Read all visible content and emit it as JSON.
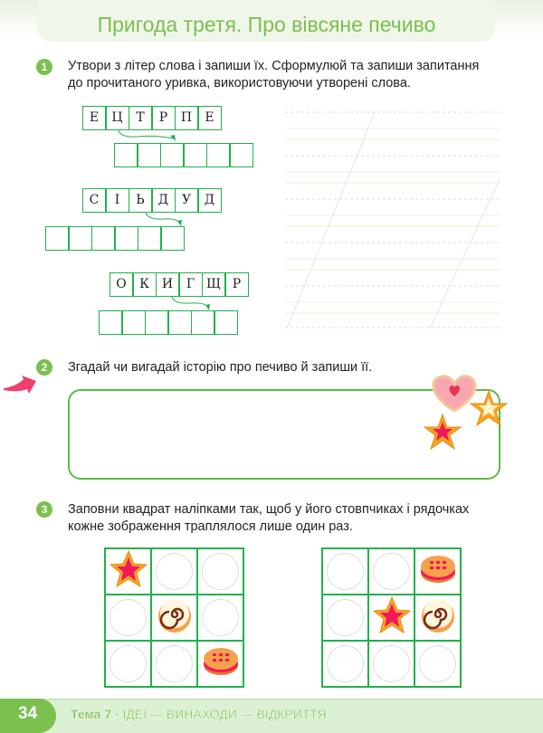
{
  "header": {
    "title": "Пригода третя. Про вівсяне печиво"
  },
  "task1": {
    "number": "1",
    "text_line1": "Утвори з літер слова і запиши їх. Сформулюй та запиши запитання",
    "text_line2": "до прочитаного уривка, використовуючи утворені слова.",
    "words": [
      [
        "Е",
        "Ц",
        "Т",
        "Р",
        "П",
        "Е"
      ],
      [
        "С",
        "І",
        "Ь",
        "Д",
        "У",
        "Д"
      ],
      [
        "О",
        "К",
        "И",
        "Г",
        "Щ",
        "Р"
      ]
    ]
  },
  "task2": {
    "number": "2",
    "text": "Згадай чи вигадай історію про печиво й запиши її."
  },
  "task3": {
    "number": "3",
    "text_line1": "Заповни квадрат наліпками так, щоб у його стовпчиках і рядочках",
    "text_line2": "кожне зображення траплялося лише один раз.",
    "grid_left": [
      [
        "star",
        "",
        ""
      ],
      [
        "",
        "bun",
        ""
      ],
      [
        "",
        "",
        "tart"
      ]
    ],
    "grid_right": [
      [
        "",
        "",
        "tart"
      ],
      [
        "",
        "star",
        "bun"
      ],
      [
        "",
        "",
        ""
      ]
    ]
  },
  "footer": {
    "page": "34",
    "theme": "Тема 7",
    "separator": "·",
    "topic": "ІДЕЇ — ВИНАХОДИ — ВІДКРИТТЯ"
  },
  "colors": {
    "accent": "#7bbf4e",
    "grid": "#22b14c"
  }
}
